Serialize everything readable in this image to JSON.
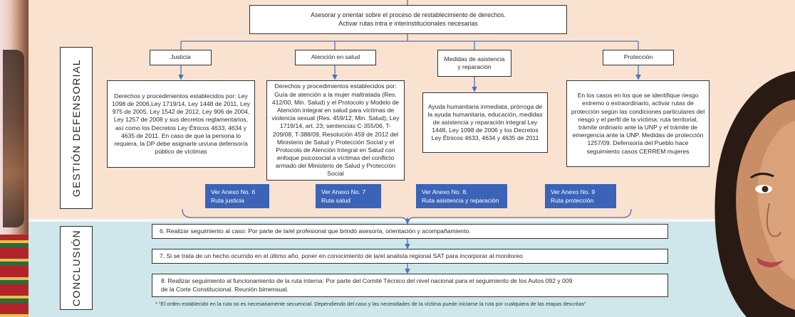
{
  "colors": {
    "band_top": "#fae2d1",
    "band_bottom": "#cfe7ea",
    "connector": "#4a74c2",
    "ruta_box": "#3b63b8"
  },
  "sections": {
    "gestion": "GESTIÓN DEFENSORIAL",
    "conclusion": "CONCLUSIÓN"
  },
  "top_box": "Asesorar y orientar sobre el proceso de restablecimiento de derechos.\nActivar rutas intra e interinstitucionales necesarias",
  "categories": [
    {
      "title": "Justicia",
      "body": "Derechos y procedimientos establecidos por: Ley 1098 de 2006,Ley 1719/14, Ley 1448 de 2011, Ley 975 de 2005, Ley 1542 de 2012, Ley 906 de 2004, Ley 1257 de 2008 y sus decretos reglamentarios, así como los Decretos Ley Étnicos 4633, 4634 y 4635 de 2011. En caso de que la persona lo requiera, la DP debe asignarle un/una defensor/a público de víctimas",
      "ruta": "Ver Anexo No. 6\nRuta justicia"
    },
    {
      "title": "Atención en salud",
      "body": "Derechos y procedimientos establecidos por: Guía de atención a la mujer maltratada (Res. 412/00, Min. Salud) y el Protocolo y Modelo de Atención integral en salud para víctimas de violencia sexual (Res. 459/12, Min. Salud); Ley 1719/14, art. 23; sentencias C-355/06, T-209/08, T-388/09, Resolución 459 de 2012 del Ministerio de Salud y Protección Social y el Protocolo de Atención Integral en Salud con enfoque psicosocial a víctimas del conflicto armado del Ministerio de Salud y Protección Social",
      "ruta": "Ver Anexo No. 7\nRuta salud"
    },
    {
      "title": "Medidas de asistencia\ny reparación",
      "body": "Ayuda humanitaria inmediata, prórroga de la ayuda humanitaria, educación, medidas de asistencia y reparación integral Ley 1448, Ley 1098 de 2006 y los Decretos Ley Étnicos 4633, 4634 y 4635 de 2011",
      "ruta": "Ver Anexo No. 8.\nRuta asistencia y reparación"
    },
    {
      "title": "Protección",
      "body": "En los casos en los que se identifique riesgo extremo o extraordinario, activar rutas de protección según las condiciones particulares del riesgo y el perfil de la víctima: ruta territorial, trámite ordinario ante la UNP y el trámite de emergencia ante la UNP. Medidas de protección 1257/09. Defensoría del Pueblo hace seguimiento casos CERREM mujeres",
      "ruta": "Ver Anexo No. 9\nRuta protección"
    }
  ],
  "steps": [
    "6. Realizar seguimiento al caso: Por parte de la/el profesional que brindó asesoría, orientación y acompañamiento.",
    "7. Si se trata de un hecho ocurrido en el último año, poner en conocimiento de la/el analista regional SAT para incorporar al monitoreo",
    "8. Realizar seguimiento al funcionamiento de la ruta interna:  Por parte del Comité Técnico del nivel nacional para el seguimiento de los Autos 092 y 009\nde la Corte Constitucional. Reunión bimensual."
  ],
  "note": "* \"El orden establecido en la ruta no es necesariamente secuencial. Dependiendo del caso y las necesidades de la víctima puede iniciarse la ruta por cualquiera de las etapas descritas\""
}
